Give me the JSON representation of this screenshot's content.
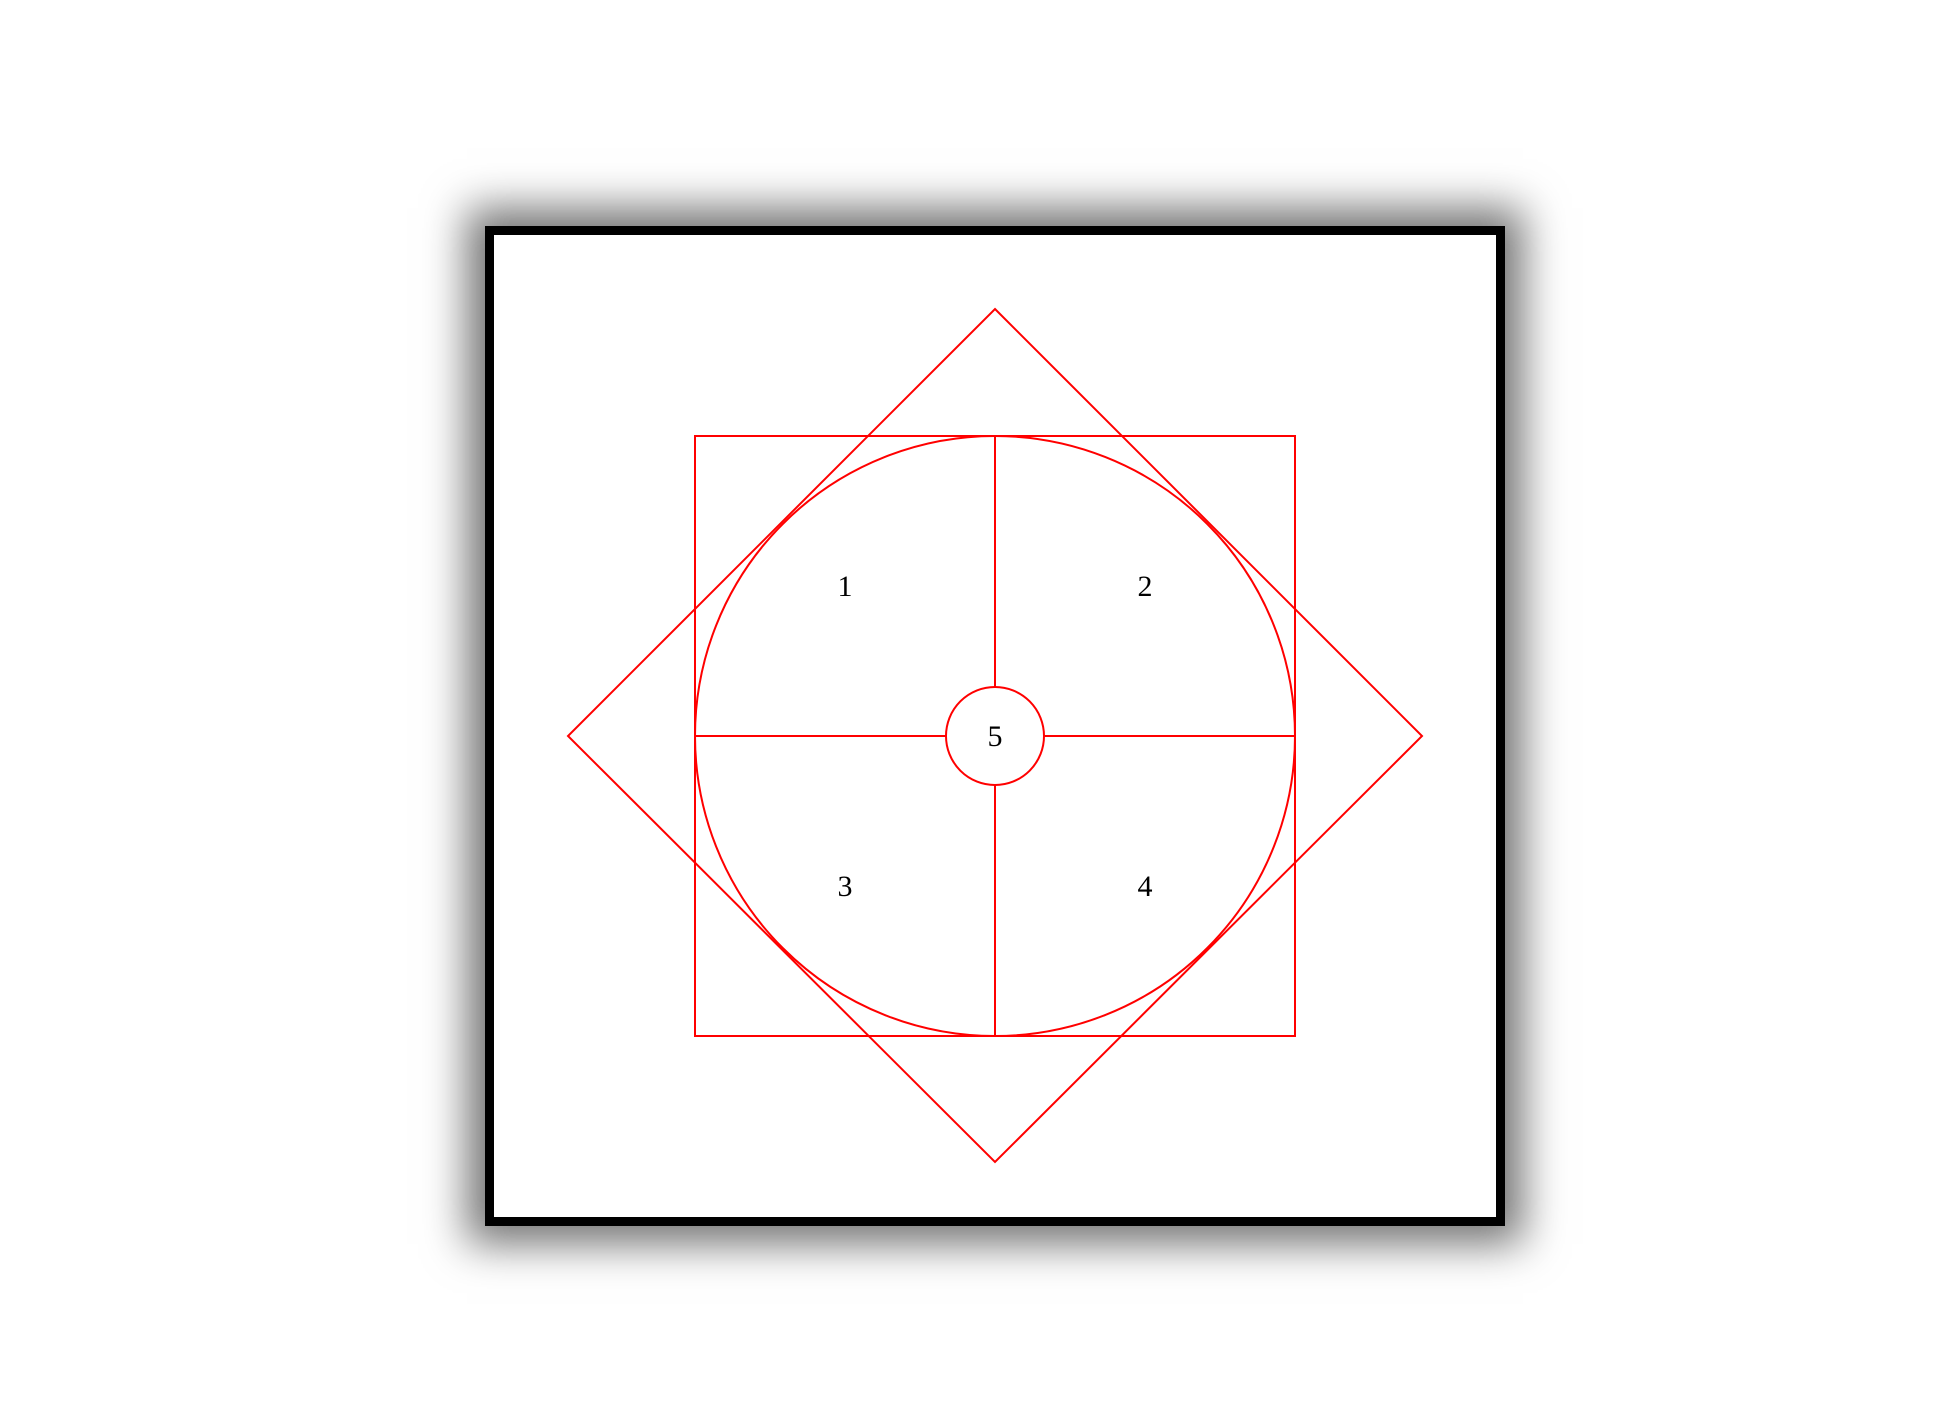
{
  "diagram": {
    "stroke_color": "#ff0000",
    "label_color": "#000000",
    "frame_color": "#000000",
    "zones": [
      {
        "id": "zone-1",
        "label": "1"
      },
      {
        "id": "zone-2",
        "label": "2"
      },
      {
        "id": "zone-3",
        "label": "3"
      },
      {
        "id": "zone-4",
        "label": "4"
      },
      {
        "id": "zone-5",
        "label": "5"
      }
    ]
  }
}
